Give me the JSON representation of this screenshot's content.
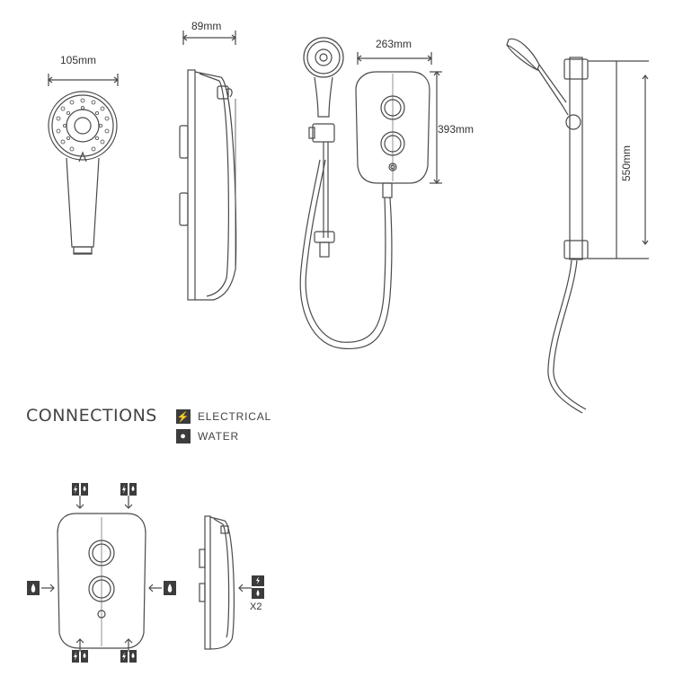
{
  "dimensions": {
    "handset_width": "105mm",
    "unit_depth": "89mm",
    "unit_width": "263mm",
    "unit_height": "393mm",
    "riser_rail_length": "550mm"
  },
  "connections": {
    "title": "CONNECTIONS",
    "legend": [
      {
        "label": "ELECTRICAL",
        "icon": "lightning-icon"
      },
      {
        "label": "WATER",
        "icon": "water-drop-icon"
      }
    ],
    "side_entry_count": "X2"
  },
  "colors": {
    "line": "#4a4a4a",
    "icon_fill": "#3c3c3c"
  }
}
